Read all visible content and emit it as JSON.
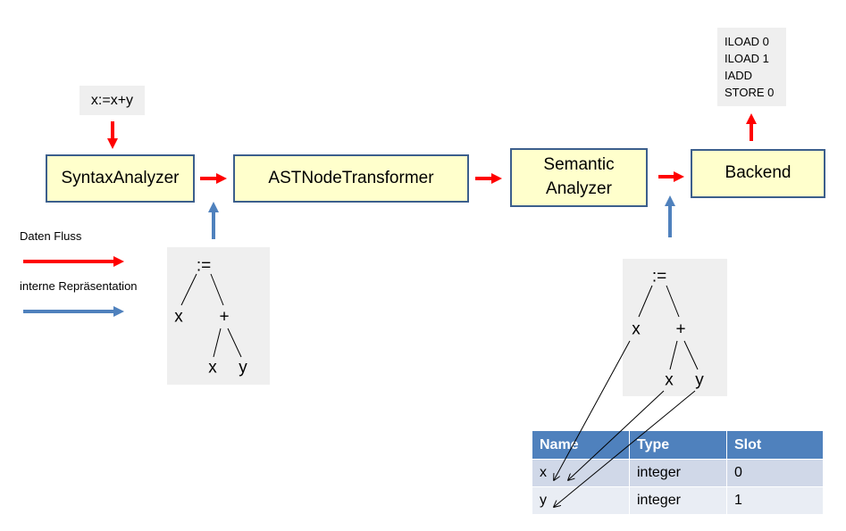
{
  "source_code": "x:=x+y",
  "bytecode": [
    "ILOAD 0",
    "ILOAD 1",
    "IADD",
    "STORE 0"
  ],
  "stages": {
    "syntax": "SyntaxAnalyzer",
    "ast": "ASTNodeTransformer",
    "semantic": [
      "Semantic",
      "Analyzer"
    ],
    "backend": "Backend"
  },
  "legend": {
    "data_flow": "Daten Fluss",
    "internal": "interne Repräsentation"
  },
  "tree": {
    "root": ":=",
    "left": "x",
    "op": "+",
    "op_left": "x",
    "op_right": "y"
  },
  "symbol_table": {
    "headers": [
      "Name",
      "Type",
      "Slot"
    ],
    "rows": [
      [
        "x",
        "integer",
        "0"
      ],
      [
        "y",
        "integer",
        "1"
      ]
    ]
  },
  "colors": {
    "data_flow_arrow": "#ff0000",
    "internal_arrow": "#4f81bd",
    "box_fill": "#ffffcc",
    "box_border": "#3c5f8c"
  }
}
